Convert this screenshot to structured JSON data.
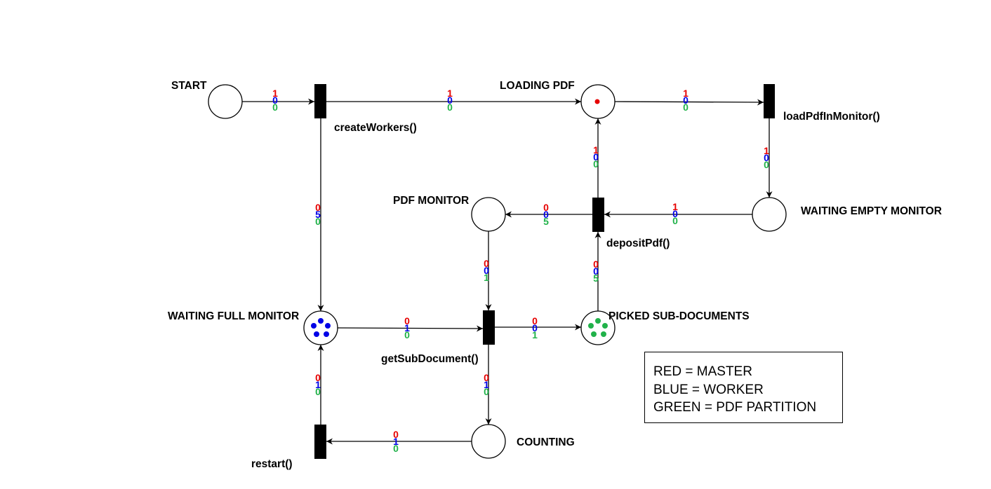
{
  "colors": {
    "master": "#e60000",
    "worker": "#0000e6",
    "partition": "#21b24a",
    "stroke": "#000000"
  },
  "places": [
    {
      "id": "start",
      "label": "START",
      "tokens": []
    },
    {
      "id": "loading",
      "label": "LOADING PDF",
      "tokens": [
        "master"
      ]
    },
    {
      "id": "waitEmpty",
      "label": "WAITING EMPTY MONITOR",
      "tokens": []
    },
    {
      "id": "pdfMonitor",
      "label": "PDF MONITOR",
      "tokens": []
    },
    {
      "id": "waitFull",
      "label": "WAITING FULL MONITOR",
      "tokens": [
        "worker",
        "worker",
        "worker",
        "worker",
        "worker"
      ]
    },
    {
      "id": "picked",
      "label": "PICKED SUB-DOCUMENTS",
      "tokens": [
        "partition",
        "partition",
        "partition",
        "partition",
        "partition"
      ]
    },
    {
      "id": "counting",
      "label": "COUNTING",
      "tokens": []
    }
  ],
  "transitions": [
    {
      "id": "createWorkers",
      "label": "createWorkers()"
    },
    {
      "id": "loadPdf",
      "label": "loadPdfInMonitor()"
    },
    {
      "id": "deposit",
      "label": "depositPdf()"
    },
    {
      "id": "getSub",
      "label": "getSubDocument()"
    },
    {
      "id": "restart",
      "label": "restart()"
    }
  ],
  "arcs": [
    {
      "id": "a1",
      "from": "start",
      "to": "createWorkers",
      "weights": [
        "1",
        "0",
        "0"
      ]
    },
    {
      "id": "a2",
      "from": "createWorkers",
      "to": "loading",
      "weights": [
        "1",
        "0",
        "0"
      ]
    },
    {
      "id": "a3",
      "from": "loading",
      "to": "loadPdf",
      "weights": [
        "1",
        "0",
        "0"
      ]
    },
    {
      "id": "a4",
      "from": "loadPdf",
      "to": "waitEmpty",
      "weights": [
        "1",
        "0",
        "0"
      ]
    },
    {
      "id": "a5",
      "from": "waitEmpty",
      "to": "deposit",
      "weights": [
        "1",
        "0",
        "0"
      ]
    },
    {
      "id": "a6",
      "from": "deposit",
      "to": "loading",
      "weights": [
        "1",
        "0",
        "0"
      ]
    },
    {
      "id": "a7",
      "from": "deposit",
      "to": "pdfMonitor",
      "weights": [
        "0",
        "0",
        "5"
      ]
    },
    {
      "id": "a8",
      "from": "picked",
      "to": "deposit",
      "weights": [
        "0",
        "0",
        "5"
      ]
    },
    {
      "id": "a9",
      "from": "createWorkers",
      "to": "waitFull",
      "weights": [
        "0",
        "5",
        "0"
      ]
    },
    {
      "id": "a10",
      "from": "pdfMonitor",
      "to": "getSub",
      "weights": [
        "0",
        "0",
        "1"
      ]
    },
    {
      "id": "a11",
      "from": "waitFull",
      "to": "getSub",
      "weights": [
        "0",
        "1",
        "0"
      ]
    },
    {
      "id": "a12",
      "from": "getSub",
      "to": "picked",
      "weights": [
        "0",
        "0",
        "1"
      ]
    },
    {
      "id": "a13",
      "from": "getSub",
      "to": "counting",
      "weights": [
        "0",
        "1",
        "0"
      ]
    },
    {
      "id": "a14",
      "from": "counting",
      "to": "restart",
      "weights": [
        "0",
        "1",
        "0"
      ]
    },
    {
      "id": "a15",
      "from": "restart",
      "to": "waitFull",
      "weights": [
        "0",
        "1",
        "0"
      ]
    }
  ],
  "legend": {
    "red": "RED = MASTER",
    "blue": "BLUE = WORKER",
    "green": "GREEN = PDF PARTITION"
  }
}
